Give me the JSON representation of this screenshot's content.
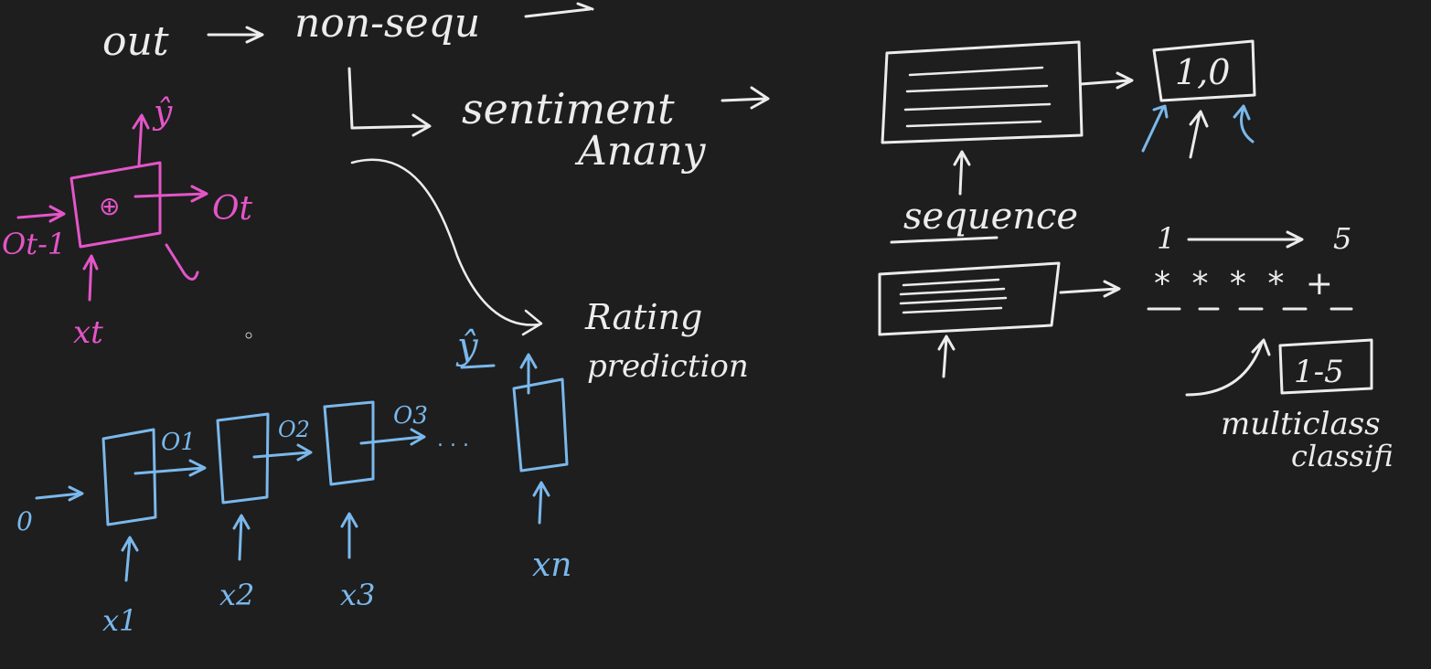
{
  "colors": {
    "background": "#1e1e1e",
    "white_ink": "#ececec",
    "pink_ink": "#e455c8",
    "blue_ink": "#7ab8ec"
  },
  "top_note": {
    "out": "out",
    "non_seq": "non-sequ"
  },
  "sentiment": {
    "line1": "sentiment",
    "line2": "Anany"
  },
  "rating": {
    "line1": "Rating",
    "line2": "prediction",
    "y_hat": "ŷ"
  },
  "pink_cell": {
    "y_hat": "ŷ",
    "inner": "⊕",
    "out_right": "Ot",
    "in_left": "Ot-1",
    "x_in": "xt"
  },
  "blue_chain": {
    "start": "0",
    "outputs": [
      "O1",
      "O2",
      "O3"
    ],
    "dots": ". . .",
    "inputs": [
      "x1",
      "x2",
      "x3",
      "xn"
    ]
  },
  "right_top": {
    "output_box": "1,0",
    "sequence_label": "sequence"
  },
  "right_bottom": {
    "scale_start": "1",
    "scale_end": "5",
    "stars": "* * * * +",
    "range_box": "1-5",
    "multiclass": "multiclass",
    "classif": "classifi"
  }
}
